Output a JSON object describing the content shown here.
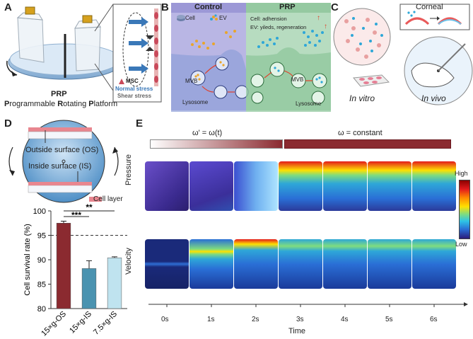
{
  "panels": {
    "a": "A",
    "b": "B",
    "c": "C",
    "d": "D",
    "e": "E"
  },
  "panel_a": {
    "title": "PRP",
    "subtitle_parts": [
      "P",
      "rogrammable ",
      "R",
      "otating ",
      "P",
      "latform"
    ],
    "inset": {
      "msc": "MSC",
      "normal": "Normal stress",
      "shear": "Shear stress"
    }
  },
  "panel_b": {
    "control_header": "Control",
    "prp_header": "PRP",
    "legend_cell": "Cell",
    "legend_ev": "EV",
    "note_adhesion": "Cell: adhension",
    "note_ev": "EV: yileds, regeneration",
    "mvb_left": "MVB",
    "mvb_right": "MVB",
    "lysosome_left": "Lysosome",
    "lysosome_right": "Lysosome",
    "arrow_color": "#e0402a"
  },
  "panel_c": {
    "corneal": "Corneal",
    "in_vitro": "In vitro",
    "in_vivo": "In vivo"
  },
  "panel_d": {
    "outside": "Outside surface (OS)",
    "inside": "Inside surface (IS)",
    "cell_layer": "Cell layer"
  },
  "chart_data": {
    "type": "bar",
    "categories": [
      "15×g-OS",
      "15×g-IS",
      "7.5×g-IS"
    ],
    "values": [
      97.5,
      88.2,
      90.4
    ],
    "errors": [
      0.4,
      1.6,
      0.2
    ],
    "colors": [
      "#8b2a30",
      "#4a93b0",
      "#bfe3ef"
    ],
    "ylabel": "Cell survival rate (%)",
    "ylim": [
      80,
      100
    ],
    "yticks": [
      "80",
      "85",
      "90",
      "95",
      "100"
    ],
    "reference_line": 95,
    "significance": [
      "***",
      "**"
    ]
  },
  "panel_e": {
    "omega_varying": "ω' = ω(t)",
    "omega_constant": "ω = constant",
    "row_pressure": "Pressure",
    "row_velocity": "Velocity",
    "legend_high": "High",
    "legend_low": "Low",
    "times": [
      "0s",
      "1s",
      "2s",
      "3s",
      "4s",
      "5s",
      "6s"
    ],
    "xlabel": "Time"
  }
}
